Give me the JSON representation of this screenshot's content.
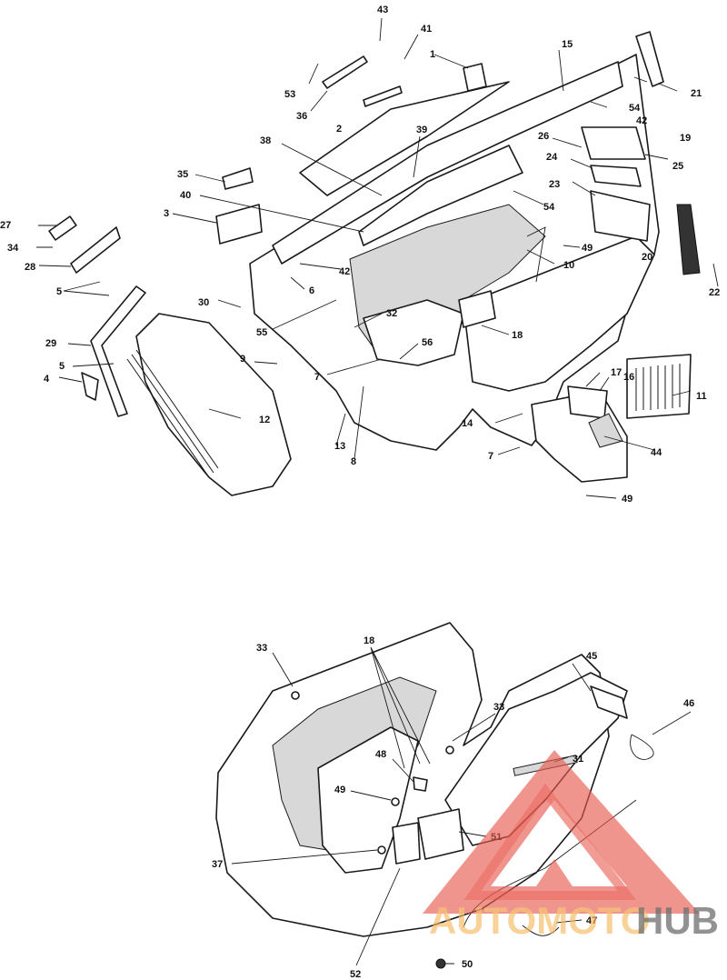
{
  "upper_callouts": [
    "43",
    "41",
    "1",
    "15",
    "53",
    "36",
    "2",
    "54",
    "42",
    "19",
    "21",
    "38",
    "39",
    "26",
    "25",
    "24",
    "35",
    "23",
    "54",
    "40",
    "3",
    "27",
    "34",
    "20",
    "49",
    "28",
    "10",
    "22",
    "42",
    "6",
    "5",
    "30",
    "32",
    "55",
    "18",
    "29",
    "5",
    "9",
    "7",
    "56",
    "4",
    "12",
    "17",
    "16",
    "11",
    "14",
    "13",
    "8",
    "7",
    "44",
    "49"
  ],
  "lower_callouts": [
    "18",
    "33",
    "45",
    "46",
    "33",
    "31",
    "48",
    "49",
    "51",
    "37",
    "47",
    "50",
    "52"
  ],
  "watermark": {
    "text_part1": "AUTOMOTO",
    "text_part2": "HUB",
    "color_primary": "#e85a4f",
    "color_secondary": "#f4b860",
    "color_dark": "#555555"
  }
}
